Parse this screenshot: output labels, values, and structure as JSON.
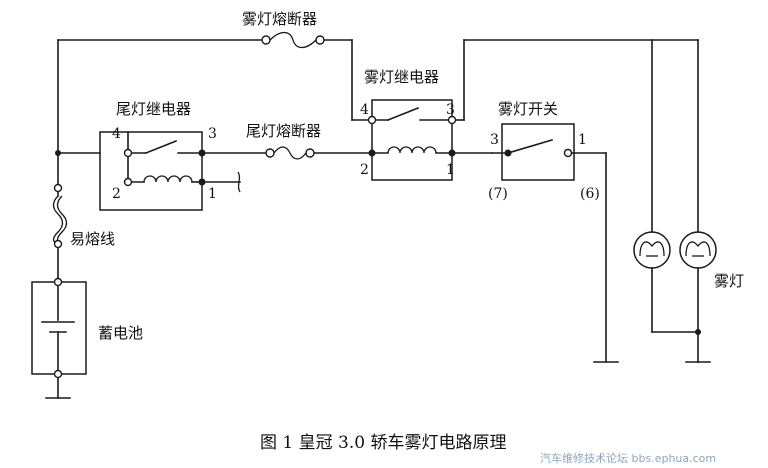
{
  "labels": {
    "fog_fuse": "雾灯熔断器",
    "fog_relay": "雾灯继电器",
    "tail_relay": "尾灯继电器",
    "tail_fuse": "尾灯熔断器",
    "fog_switch": "雾灯开关",
    "fusible_link": "易熔线",
    "battery": "蓄电池",
    "fog_lamp": "雾灯"
  },
  "pins": {
    "tail_4": "4",
    "tail_3": "3",
    "tail_2": "2",
    "tail_1": "1",
    "fog_4": "4",
    "fog_3": "3",
    "fog_2": "2",
    "fog_1": "1",
    "switch_3": "3",
    "switch_1": "1",
    "switch_pos_7": "(7)",
    "switch_pos_6": "(6)"
  },
  "caption": "图 1 皇冠 3.0 轿车雾灯电路原理",
  "watermark": "汽车维修技术论坛 bbs.ephua.com"
}
